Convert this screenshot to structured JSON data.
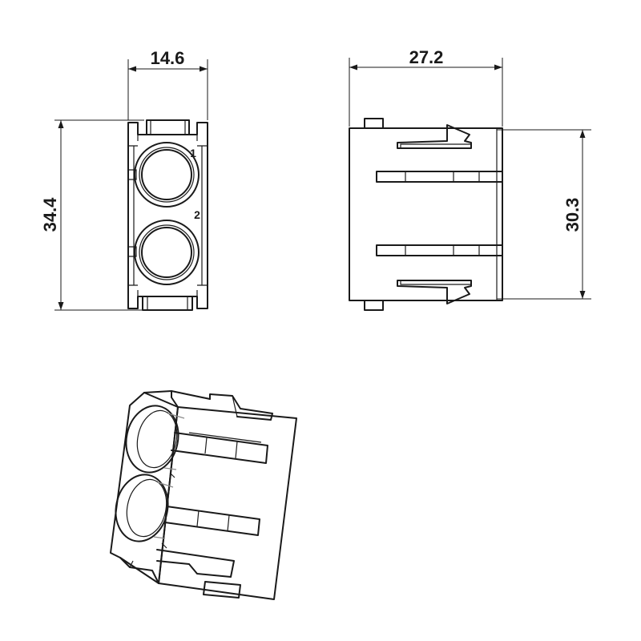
{
  "dimensions": {
    "front_width": "14.6",
    "front_height": "34.4",
    "side_width": "27.2",
    "side_height": "30.3"
  },
  "contact_markers": {
    "contact_1": "1",
    "contact_2": "2"
  },
  "colors": {
    "line": "#1a1a1a",
    "hidden": "#8c8c8c",
    "background": "#ffffff"
  }
}
